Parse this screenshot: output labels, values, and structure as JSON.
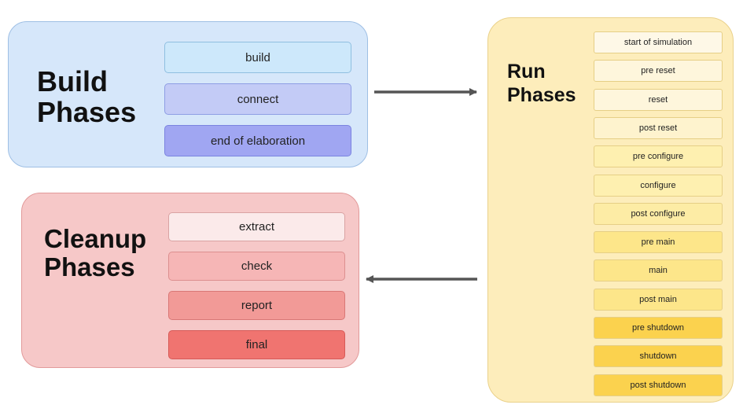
{
  "build": {
    "title": "Build\nPhases",
    "phases": [
      "build",
      "connect",
      "end of elaboration"
    ]
  },
  "run": {
    "title": "Run\nPhases",
    "phases": [
      "start of simulation",
      "pre reset",
      "reset",
      "post reset",
      "pre configure",
      "configure",
      "post configure",
      "pre main",
      "main",
      "post main",
      "pre shutdown",
      "shutdown",
      "post shutdown"
    ]
  },
  "cleanup": {
    "title": "Cleanup\nPhases",
    "phases": [
      "extract",
      "check",
      "report",
      "final"
    ]
  },
  "colors": {
    "build_phase_fills": [
      "#cde8fb",
      "#c3cbf6",
      "#a0a6f2"
    ],
    "build_phase_borders": [
      "#8fbfe0",
      "#8e9ee4",
      "#7b84e0"
    ],
    "cleanup_phase_fills": [
      "#fbeaea",
      "#f6b6b6",
      "#f29a97",
      "#f07470"
    ],
    "cleanup_phase_borders": [
      "#d9a3a3",
      "#dc8f8f",
      "#d97876",
      "#d65a57"
    ],
    "run_phase_fills": [
      "#fef8e7",
      "#fef6dc",
      "#fef6dc",
      "#fef3ce",
      "#fef0b0",
      "#fef0b0",
      "#fdeca5",
      "#fde68a",
      "#fde68a",
      "#fde68a",
      "#fbd24e",
      "#fbd24e",
      "#fbd24e"
    ],
    "run_phase_border": "#e6cf86",
    "arrow": "#555555"
  }
}
